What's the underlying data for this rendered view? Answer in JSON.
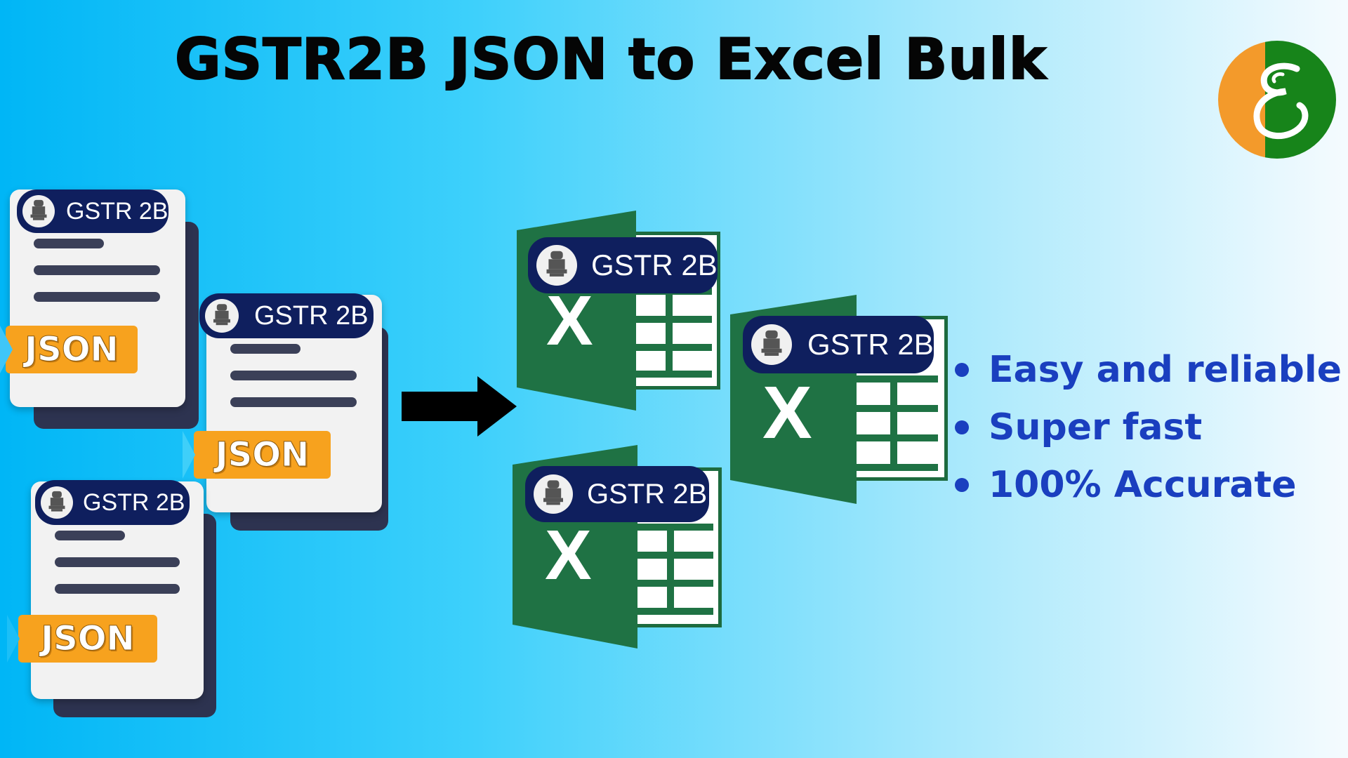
{
  "title": "GSTR2B JSON to Excel Bulk",
  "badge_label": "GSTR 2B",
  "json_ribbon_label": "JSON",
  "excel_letter": "X",
  "features": [
    "Easy and reliable",
    "Super fast",
    "100% Accurate"
  ],
  "colors": {
    "accent_blue": "#1a3fbf",
    "badge_navy": "#0f1f5e",
    "excel_green": "#1f7244",
    "json_orange": "#f7a21e",
    "logo_orange": "#f39a2b",
    "logo_green": "#17841a"
  },
  "icons": [
    "brand-logo-icon",
    "json-document-icon",
    "excel-file-icon",
    "right-arrow-icon",
    "state-emblem-icon"
  ]
}
